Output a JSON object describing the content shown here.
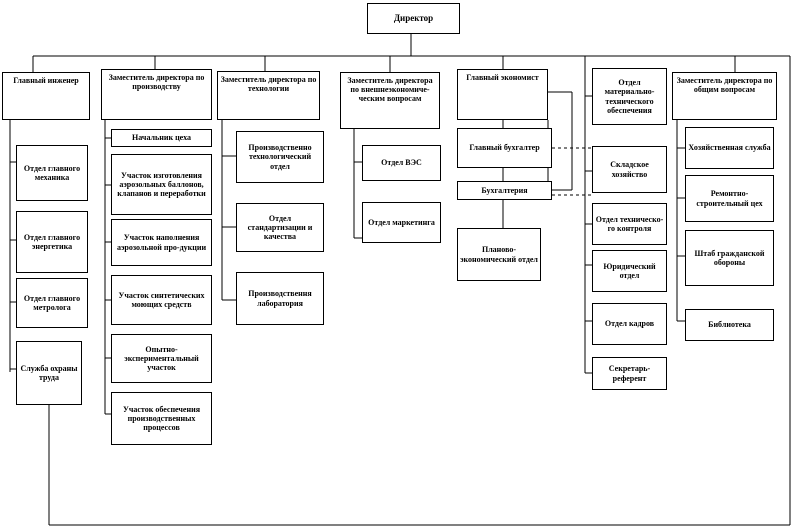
{
  "director": "Директор",
  "columns": {
    "chief_engineer": "Главный инженер",
    "deputy_production": "Заместитель директора по производству",
    "deputy_technology": "Заместитель директора по технологии",
    "deputy_foreign": "Заместитель директора по внешнеэкономиче-ческим вопросам",
    "chief_economist": "Главный экономист",
    "deputy_general": "Заместитель директора по общим вопросам"
  },
  "chief_engineer_units": {
    "mechanic": "Отдел главного механика",
    "energy": "Отдел главного энергетика",
    "metrology": "Отдел главного метролога",
    "labor_safety": "Служба охраны труда"
  },
  "production_units": {
    "shop_head": "Начальник цеха",
    "aerosol_cylinders": "Участок изготовления аэрозольных баллонов, клапанов и переработки",
    "aerosol_filling": "Участок наполнения аэрозольной про-дукции",
    "detergents": "Участок синтетических моющих средств",
    "experimental": "Опытно-экспериментальный участок",
    "process_support": "Участок обеспечения производственных процессов"
  },
  "technology_units": {
    "prod_tech_dept": "Производственно технологический отдел",
    "standardization": "Отдел стандартизации и качества",
    "lab": "Производствення лаборатория"
  },
  "foreign_units": {
    "fea_dept": "Отдел ВЭС",
    "marketing": "Отдел маркетинга"
  },
  "economist_units": {
    "chief_accountant": "Главный бухгалтер",
    "accounting": "Бухгалтерия",
    "planning": "Планово-экономический отдел"
  },
  "middle_units": {
    "supply": "Отдел материально-технического обеспечения",
    "warehouse": "Складское хозяйство",
    "tech_control": "Отдел техническо-го контроля",
    "legal": "Юридический отдел",
    "hr": "Отдел кадров",
    "secretary": "Секретарь-референт"
  },
  "general_units": {
    "household": "Хозяйственная служба",
    "repair": "Ремонтно-строительный цех",
    "civil_defense": "Штаб гражданской обороны",
    "library": "Библиотека"
  }
}
